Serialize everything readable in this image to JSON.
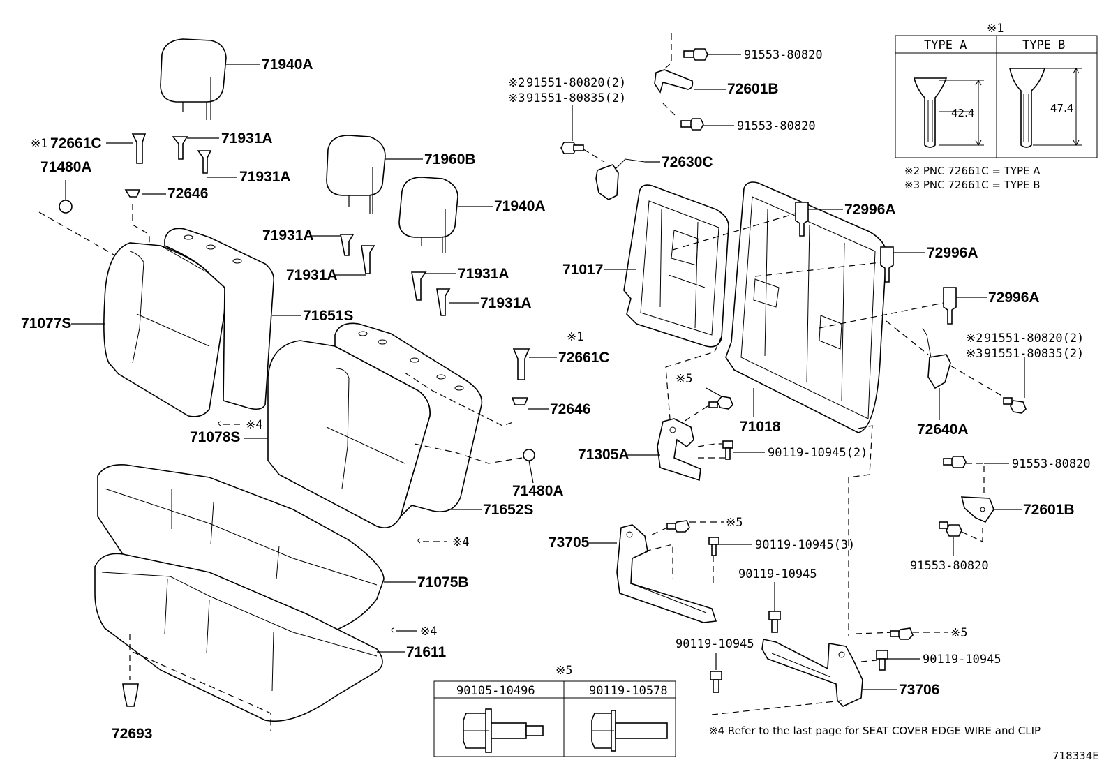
{
  "labels": {
    "l71940A_1": "71940A",
    "l72661C_1": "72661C",
    "l71931A_1": "71931A",
    "l71931A_2": "71931A",
    "l71480A_1": "71480A",
    "l72646_1": "72646",
    "l71960B": "71960B",
    "l71940A_2": "71940A",
    "l71931A_3": "71931A",
    "l71931A_4": "71931A",
    "l71931A_5": "71931A",
    "l71931A_6": "71931A",
    "l71077S": "71077S",
    "l71651S": "71651S",
    "l71078S": "71078S",
    "l72661C_2": "72661C",
    "l72646_2": "72646",
    "l71480A_2": "71480A",
    "l71652S": "71652S",
    "l71075B": "71075B",
    "l71611": "71611",
    "l72693": "72693",
    "l91553_1": "91553-80820",
    "l72601B_1": "72601B",
    "l91553_2": "91553-80820",
    "l91551_80820_a": "91551-80820(2)",
    "l91551_80835_a": "91551-80835(2)",
    "l72630C": "72630C",
    "l72996A_1": "72996A",
    "l72996A_2": "72996A",
    "l72996A_3": "72996A",
    "l71017": "71017",
    "l71018": "71018",
    "l71305A": "71305A",
    "l90119_2": "90119-10945(2)",
    "l91551_80820_b": "91551-80820(2)",
    "l91551_80835_b": "91551-80835(2)",
    "l72640A": "72640A",
    "l91553_3": "91553-80820",
    "l72601B_2": "72601B",
    "l91553_4": "91553-80820",
    "l73705": "73705",
    "l90119_3": "90119-10945(3)",
    "l90119_a": "90119-10945",
    "l90119_b": "90119-10945",
    "l90119_c": "90119-10945",
    "l73706": "73706"
  },
  "marks": {
    "m1": "※1",
    "m1b": "※1",
    "m1c": "※1",
    "m2": "※2",
    "m3": "※3",
    "m2b": "※2",
    "m3b": "※3",
    "m4a": "※4",
    "m4b": "※4",
    "m4c": "※4",
    "m5a": "※5",
    "m5b": "※5",
    "m5c": "※5",
    "m5d": "※5"
  },
  "type_table": {
    "type_a": "TYPE A",
    "type_b": "TYPE B",
    "dim_a": "42.4",
    "dim_b": "47.4"
  },
  "notes": {
    "n2": "※2 PNC 72661C = TYPE A",
    "n3": "※3 PNC 72661C = TYPE B",
    "n4": "※4 Refer to the last page for SEAT COVER EDGE WIRE and CLIP"
  },
  "bolt_table": {
    "c1": "90105-10496",
    "c2": "90119-10578"
  },
  "diagram_code": "718334E"
}
